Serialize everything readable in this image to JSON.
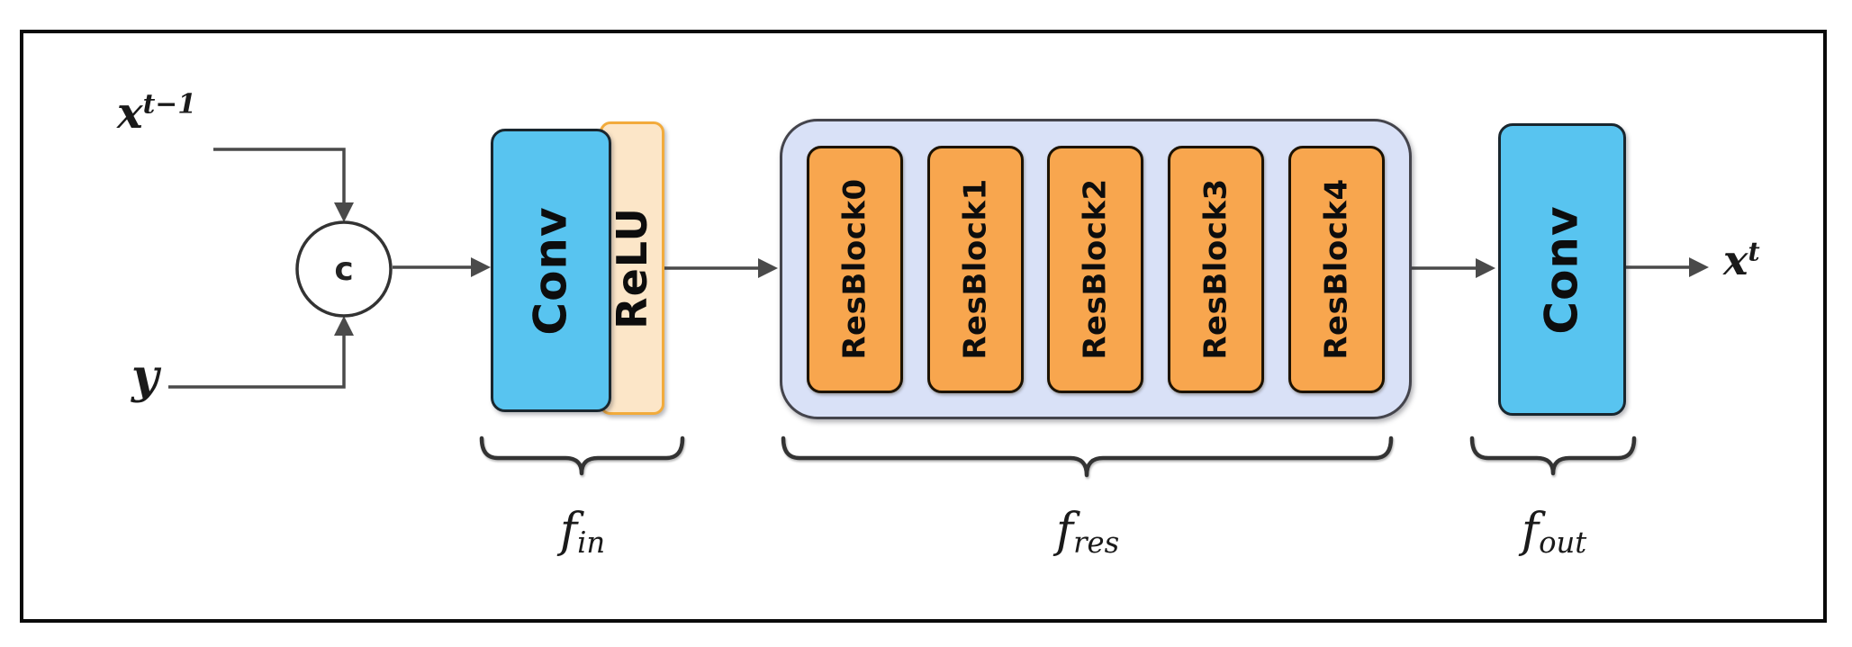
{
  "labels": {
    "input_top": {
      "base": "x",
      "sup": "t−1"
    },
    "input_bottom": {
      "base": "y"
    },
    "concat": "c",
    "conv_in": "Conv",
    "relu": "ReLU",
    "res_blocks": [
      "ResBlock0",
      "ResBlock1",
      "ResBlock2",
      "ResBlock3",
      "ResBlock4"
    ],
    "conv_out": "Conv",
    "output": {
      "base": "x",
      "sup": "t"
    },
    "group_in": {
      "base": "f",
      "sub": "in"
    },
    "group_res": {
      "base": "f",
      "sub": "res"
    },
    "group_out": {
      "base": "f",
      "sub": "out"
    }
  },
  "colors": {
    "conv_fill": "#58C4F0",
    "conv_border": "#19262E",
    "relu_fill": "#FCE6C8",
    "relu_border": "#F2AB3C",
    "resblock_fill": "#F8A64E",
    "resblock_border": "#1C1200",
    "container_fill": "#D9E1F7",
    "container_border": "#44444C",
    "wire": "#4A4A4A",
    "brace": "#333333",
    "frame_border": "#0A0A0A",
    "background": "#FFFFFF"
  }
}
